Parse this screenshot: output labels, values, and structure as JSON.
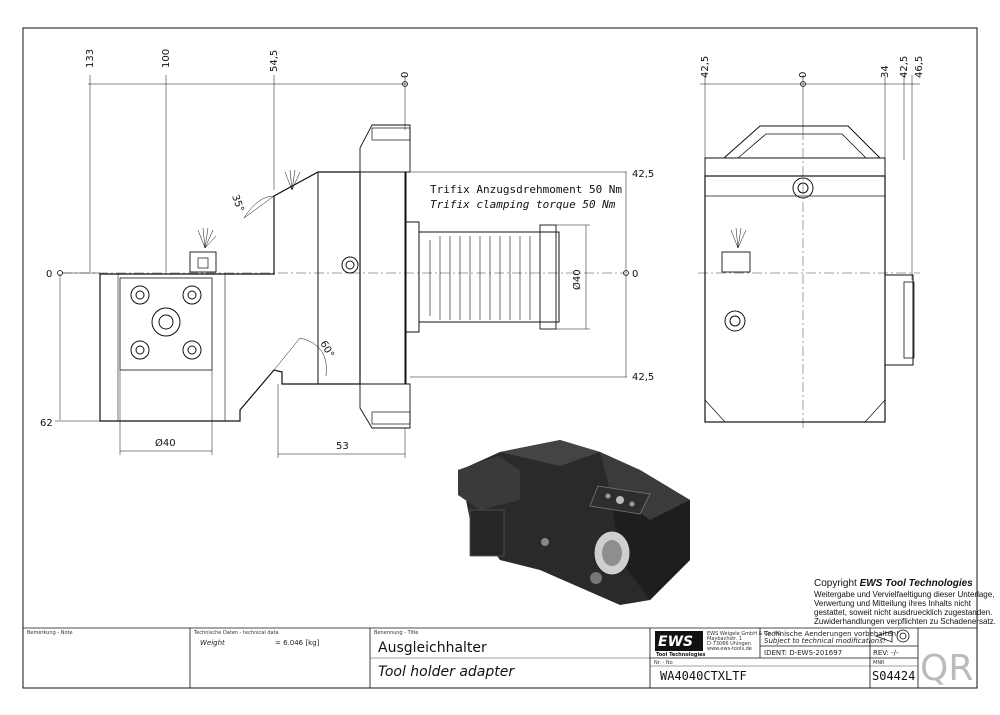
{
  "views": {
    "front": {
      "top_dims": [
        "133",
        "100",
        "54,5",
        "0"
      ],
      "left_dims": [
        "0",
        "62"
      ],
      "right_dims": [
        "42,5",
        "0",
        "42,5"
      ],
      "bottom_dims": [
        "Ø40",
        "53"
      ],
      "angles": [
        "35°",
        "60°"
      ],
      "shaft_dia": "Ø40"
    },
    "side": {
      "top_dims": [
        "42,5",
        "0",
        "34",
        "42,5",
        "46,5"
      ]
    }
  },
  "torque_note": {
    "line_de": "Trifix Anzugsdrehmoment  50 Nm",
    "line_en": "Trifix clamping torque  50 Nm"
  },
  "copyright": {
    "title_prefix": "Copyright ",
    "title_brand": "EWS Tool Technologies",
    "lines": [
      "Weitergabe und Vervielfaeltigung dieser Unterlage,",
      "Verwertung und Mitteilung ihres Inhalts nicht",
      "gestattet, soweit nicht ausdruecklich zugestanden.",
      "Zuwiderhandlungen verpflichten zu Schadenersatz."
    ]
  },
  "title_block": {
    "note_label": "Bemerkung - Note",
    "tech_label": "Technische Daten - technical data",
    "weight_label": "Weight",
    "weight_value": "=  6.046 [kg]",
    "name_label": "Benennung - Title",
    "title_de": "Ausgleichhalter",
    "title_en": "Tool holder adapter",
    "logo": "EWS",
    "logo_sub": "Tool Technologies",
    "company_lines": [
      "EWS Weigele GmbH & Co. KG",
      "Maybachstr. 1",
      "D-73066 Uhingen",
      "www.ews-tools.de"
    ],
    "change_de": "Technische Aenderungen vorbehalten!",
    "change_en": "Subject to technical modifications!",
    "ident": "IDENT:  D-EWS-201697",
    "rev": "REV:  -/-",
    "nr_label": "Nr. - No",
    "part_no": "WA4040CTXLTF",
    "mnr_label": "MNR",
    "mnr": "S04424",
    "qr": "QR"
  }
}
